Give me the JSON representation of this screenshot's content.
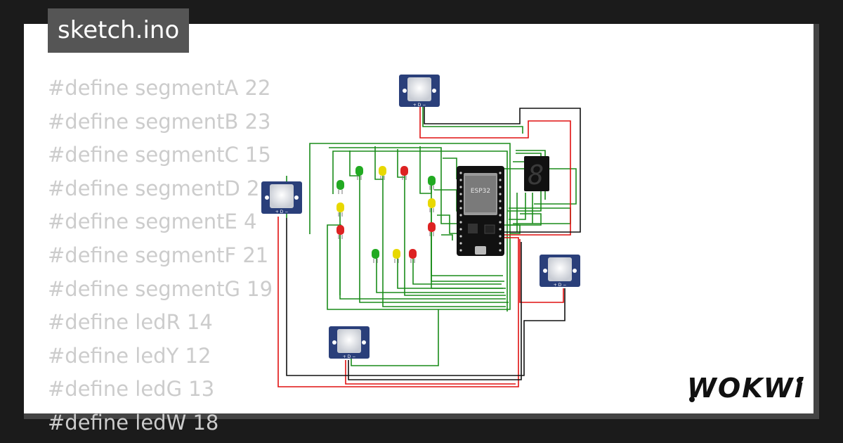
{
  "file_tab": {
    "name": "sketch.ino"
  },
  "code_lines": [
    "#define segmentA 22",
    "#define segmentB 23",
    "#define segmentC 15",
    "#define segmentD 2",
    "#define segmentE 4",
    "#define segmentF 21",
    "#define segmentG 19",
    "#define ledR 14",
    "#define ledY 12",
    "#define ledG 13",
    "#define ledW 18"
  ],
  "board": {
    "chip_label": "ESP32"
  },
  "seven_segment": {
    "digit": "8"
  },
  "brand": {
    "logo_text": "WOKWi"
  },
  "colors": {
    "wire_green": "#1a8c1a",
    "wire_red": "#e01010",
    "wire_black": "#111111",
    "pir_blue": "#2a3f7a",
    "led_red": "#dd2222",
    "led_yellow": "#e8d800",
    "led_green": "#22aa22"
  },
  "icons": [
    "pir-sensor-icon",
    "led-icon",
    "seven-segment-display-icon",
    "esp32-board-icon",
    "wokwi-logo-icon"
  ]
}
